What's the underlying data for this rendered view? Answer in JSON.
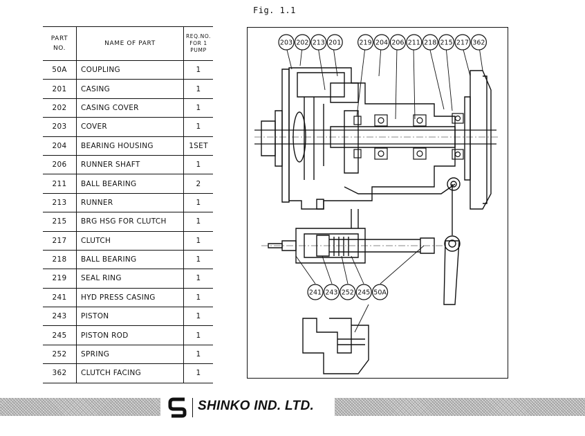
{
  "figure": {
    "caption": "Fig. 1.1"
  },
  "table": {
    "headers": {
      "part_no": [
        "PART",
        "NO."
      ],
      "name": "NAME OF PART",
      "req": [
        "REQ.NO.",
        "FOR 1",
        "PUMP"
      ]
    },
    "rows": [
      {
        "no": "50A",
        "name": "COUPLING",
        "qty": "1"
      },
      {
        "no": "201",
        "name": "CASING",
        "qty": "1"
      },
      {
        "no": "202",
        "name": "CASING COVER",
        "qty": "1"
      },
      {
        "no": "203",
        "name": "COVER",
        "qty": "1"
      },
      {
        "no": "204",
        "name": "BEARING HOUSING",
        "qty": "1SET"
      },
      {
        "no": "206",
        "name": "RUNNER SHAFT",
        "qty": "1"
      },
      {
        "no": "211",
        "name": "BALL BEARING",
        "qty": "2"
      },
      {
        "no": "213",
        "name": "RUNNER",
        "qty": "1"
      },
      {
        "no": "215",
        "name": "BRG HSG FOR CLUTCH",
        "qty": "1"
      },
      {
        "no": "217",
        "name": "CLUTCH",
        "qty": "1"
      },
      {
        "no": "218",
        "name": "BALL BEARING",
        "qty": "1"
      },
      {
        "no": "219",
        "name": "SEAL RING",
        "qty": "1"
      },
      {
        "no": "241",
        "name": "HYD PRESS CASING",
        "qty": "1"
      },
      {
        "no": "243",
        "name": "PISTON",
        "qty": "1"
      },
      {
        "no": "245",
        "name": "PISTON ROD",
        "qty": "1"
      },
      {
        "no": "252",
        "name": "SPRING",
        "qty": "1"
      },
      {
        "no": "362",
        "name": "CLUTCH FACING",
        "qty": "1"
      }
    ]
  },
  "callouts_top": [
    "203",
    "202",
    "213",
    "201",
    "219",
    "204",
    "206",
    "211",
    "218",
    "215",
    "217",
    "362"
  ],
  "callouts_bottom": [
    "241",
    "243",
    "252",
    "245",
    "50A"
  ],
  "footer": {
    "company": "SHINKO IND. LTD.",
    "logo_icon": "shinko-s-logo-icon"
  },
  "colors": {
    "ink": "#111111",
    "hatch": "#d9d9d9"
  }
}
